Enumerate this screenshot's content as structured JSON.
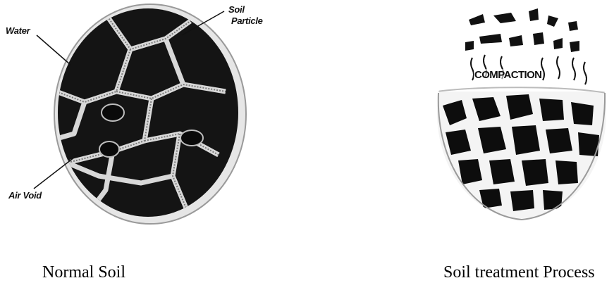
{
  "left_panel": {
    "caption": "Normal Soil",
    "labels": {
      "water": "Water",
      "soil_particle_line1": "Soil",
      "soil_particle_line2": "Particle",
      "air_void": "Air Void"
    }
  },
  "right_panel": {
    "caption": "Soil treatment Process",
    "center_label": "COMPACTION"
  },
  "colors": {
    "particle": "#0d0d0d",
    "water_film": "#c9c9c9",
    "ring": "#cfcfcf",
    "background": "#ffffff"
  }
}
